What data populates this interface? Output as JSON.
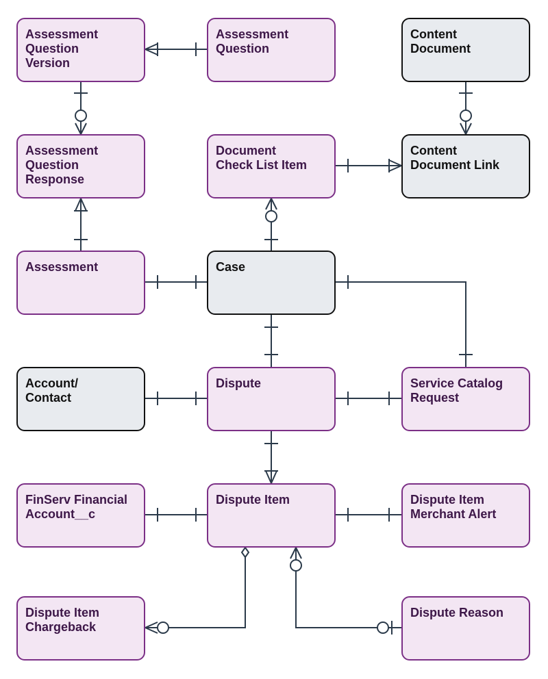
{
  "colors": {
    "custom_fill": "#f3e6f3",
    "custom_border": "#7b2f86",
    "custom_text": "#3d1748",
    "standard_fill": "#e8ebef",
    "standard_border": "#111111",
    "line": "#2b3a4a"
  },
  "entities": {
    "aqv": "Assessment\nQuestion\nVersion",
    "aq": "Assessment\nQuestion",
    "cd": "Content\nDocument",
    "aqr": "Assessment\nQuestion\nResponse",
    "dcli": "Document\nCheck List Item",
    "cdl": "Content\nDocument Link",
    "assessment": "Assessment",
    "case": "Case",
    "account": "Account/\nContact",
    "dispute": "Dispute",
    "scr": "Service Catalog\nRequest",
    "finserv": "FinServ Financial\nAccount__c",
    "di": "Dispute Item",
    "dima": "Dispute Item\nMerchant Alert",
    "dic": "Dispute Item\nChargeback",
    "dr": "Dispute Reason"
  }
}
